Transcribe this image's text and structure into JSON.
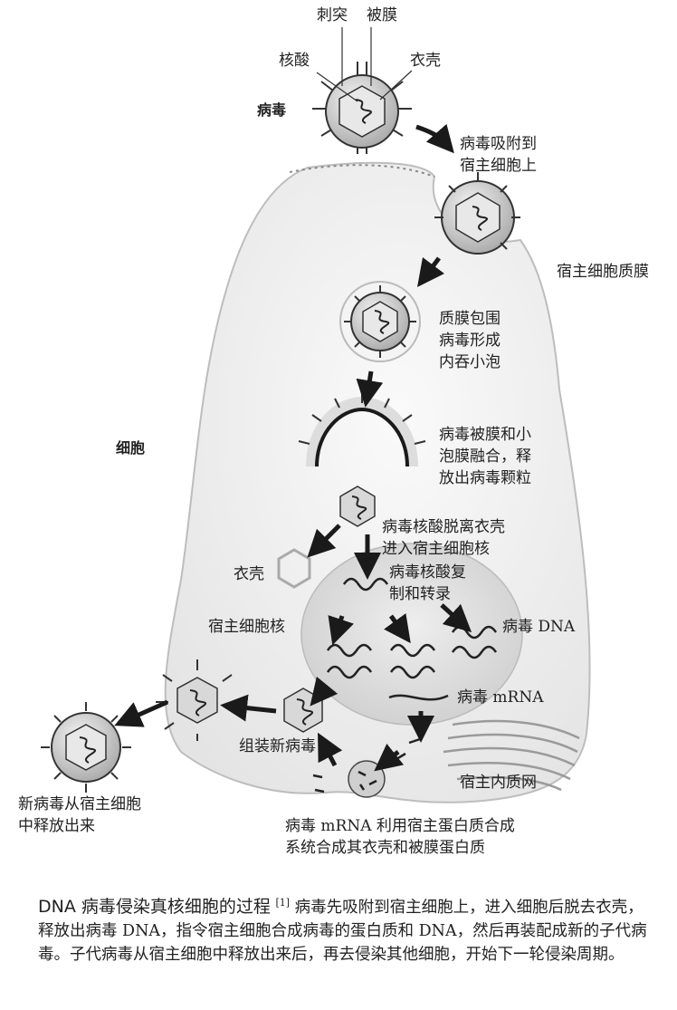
{
  "labels": {
    "spike": "刺突",
    "envelope": "被膜",
    "nucleic_acid": "核酸",
    "capsid_top": "衣壳",
    "virus": "病毒",
    "step1": "病毒吸附到\n宿主细胞上",
    "host_membrane": "宿主细胞质膜",
    "step2": "质膜包围\n病毒形成\n内吞小泡",
    "cell": "细胞",
    "step3": "病毒被膜和小\n泡膜融合，释\n放出病毒颗粒",
    "step4": "病毒核酸脱离衣壳\n进入宿主细胞核",
    "capsid_left": "衣壳",
    "step5": "病毒核酸复\n制和转录",
    "nucleus": "宿主细胞核",
    "viral_dna": "病毒 DNA",
    "viral_mrna": "病毒 mRNA",
    "assemble": "组装新病毒",
    "er": "宿主内质网",
    "release": "新病毒从宿主细胞\n中释放出来",
    "protein": "病毒 mRNA 利用宿主蛋白质合成\n系统合成其衣壳和被膜蛋白质"
  },
  "caption": {
    "title": "DNA 病毒侵染真核细胞的过程",
    "ref": "[1]",
    "body": "病毒先吸附到宿主细胞上，进入细胞后脱去衣壳，释放出病毒 DNA，指令宿主细胞合成病毒的蛋白质和 DNA，然后再装配成新的子代病毒。子代病毒从宿主细胞中释放出来后，再去侵染其他细胞，开始下一轮侵染周期。"
  }
}
